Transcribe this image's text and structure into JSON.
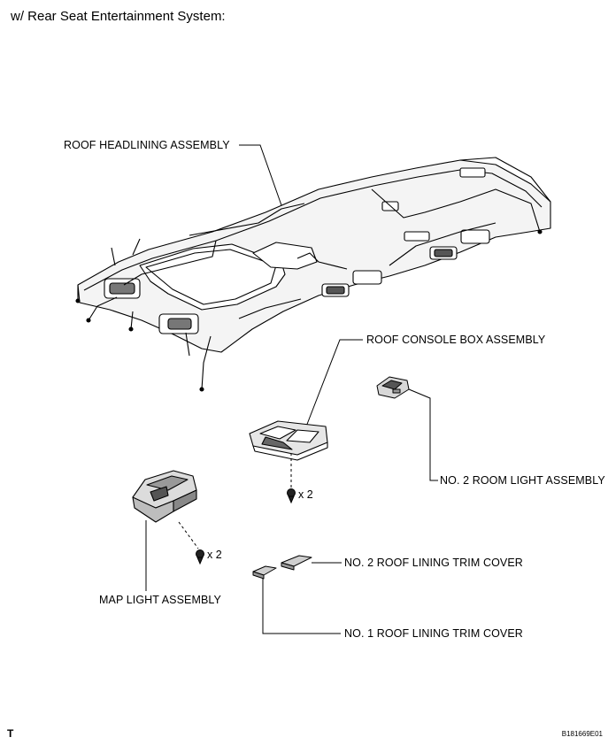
{
  "header": {
    "title": "w/ Rear Seat Entertainment System:"
  },
  "labels": {
    "roof_headlining": "ROOF HEADLINING ASSEMBLY",
    "roof_console_box": "ROOF CONSOLE BOX ASSEMBLY",
    "no2_room_light": "NO. 2 ROOM LIGHT ASSEMBLY",
    "map_light": "MAP LIGHT ASSEMBLY",
    "no2_trim_cover": "NO. 2 ROOF LINING TRIM COVER",
    "no1_trim_cover": "NO. 1 ROOF LINING TRIM COVER"
  },
  "quantities": {
    "console_screws": "x 2",
    "map_light_screws": "x 2"
  },
  "footer": {
    "corner_mark": "T",
    "figure_id": "B181669E01"
  }
}
